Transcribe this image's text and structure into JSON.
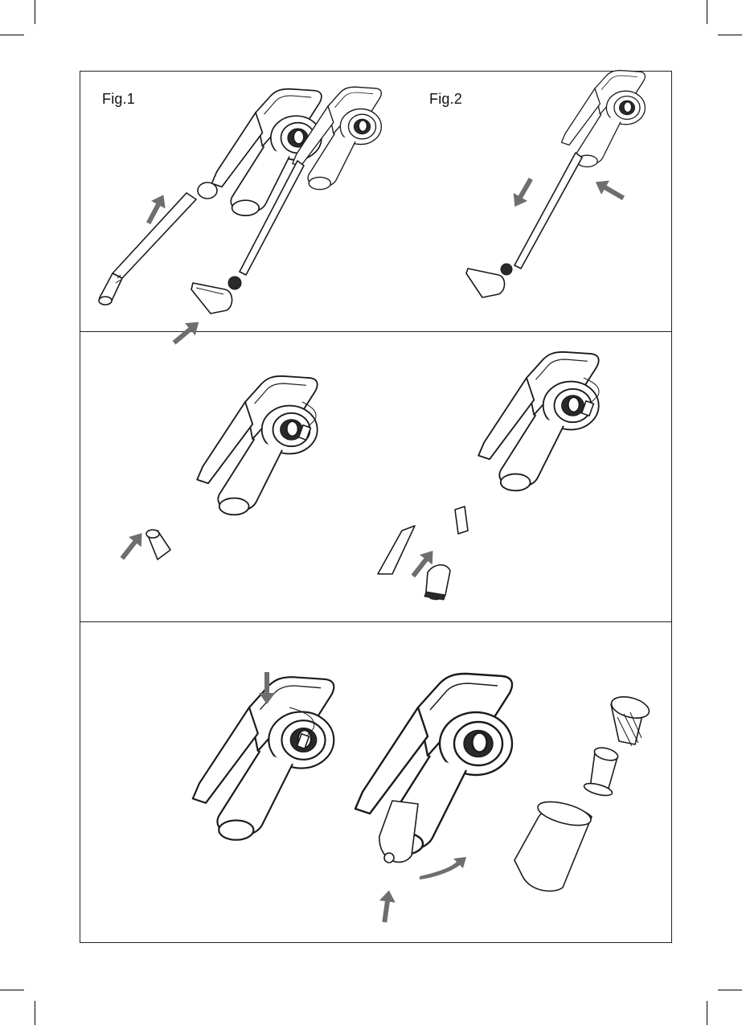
{
  "figures": {
    "fig1_label": "Fig.1",
    "fig2_label": "Fig.2"
  },
  "colors": {
    "line": "#1a1a1a",
    "arrow": "#6e6e6e",
    "background": "#ffffff"
  },
  "icons": {
    "arrow": "grey-direction-arrow",
    "vacuum": "handheld-vacuum-drawing"
  }
}
